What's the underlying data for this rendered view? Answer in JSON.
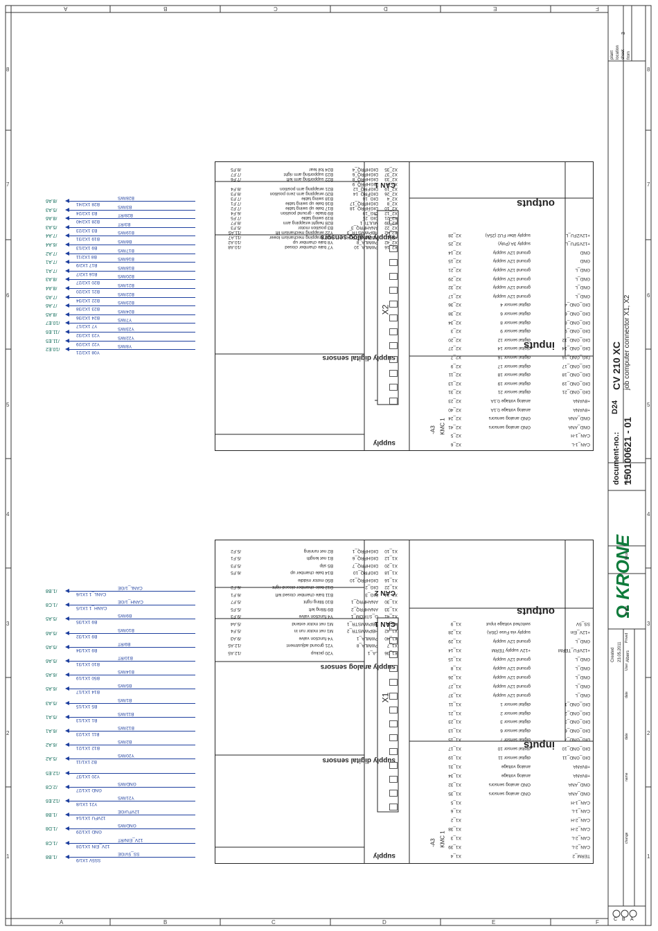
{
  "columns_top": [
    "F",
    "E",
    "D",
    "C",
    "B",
    "A"
  ],
  "columns_bottom": [
    "F",
    "E",
    "D",
    "C",
    "B",
    "A"
  ],
  "rows_right": [
    "8",
    "7",
    "6",
    "5",
    "4",
    "3",
    "2",
    "1"
  ],
  "title_block": {
    "document_label": "document-no.:",
    "document_no": "150100621 - 01",
    "model_code": "D24",
    "model": "CV 210 XC",
    "description": "job computer connector X1, X2",
    "brand": "KRONE",
    "created_label": "Created",
    "created_date": "23.05.2011",
    "created_by": "Albers",
    "plant_labels": [
      "plant",
      "location",
      "sheet",
      "from"
    ],
    "sheet_no": "3",
    "revision_marks": [
      "C",
      "B",
      "A"
    ],
    "col_labels": [
      "date",
      "User",
      "Prived",
      "date",
      "name",
      "change",
      "Origin",
      "Rept. f.",
      "Rept. by"
    ]
  },
  "x2": {
    "connector": "X2",
    "module": "-A3",
    "module_type": "KMC 1",
    "sections": {
      "supply": "supply",
      "can1": "CAN 1",
      "supply_analog": "supply analog sensors",
      "supply_digital": "supply digital sensors",
      "inputs": "inputs",
      "outputs": "outputs"
    },
    "left_rows": [
      {
        "pin": "X2_6",
        "signal": "CAN_1-L",
        "desc": ""
      },
      {
        "pin": "X2_5",
        "signal": "CAN_1-H",
        "desc": ""
      },
      {
        "pin": "X2_41",
        "signal": "GND_ANA",
        "desc": "GND analog sensors"
      },
      {
        "pin": "X2_24",
        "signal": "GND_ANA",
        "desc": "GND analog sensors"
      },
      {
        "pin": "X2_40",
        "signal": "+8VANA",
        "desc": "analog voltage 0,1A"
      },
      {
        "pin": "X2_23",
        "signal": "+8VANA",
        "desc": "analog voltage 0,1A"
      },
      {
        "pin": "X2_31",
        "signal": "DIG_GND_21",
        "desc": "digital sensor 21"
      },
      {
        "pin": "X2_13",
        "signal": "DIG_GND_19",
        "desc": "digital sensor 19"
      },
      {
        "pin": "X2_11",
        "signal": "DIG_GND_18",
        "desc": "digital sensor 18"
      },
      {
        "pin": "X2_9",
        "signal": "DIG_GND_17",
        "desc": "digital sensor 17"
      },
      {
        "pin": "X2_7",
        "signal": "DIG_GND_16",
        "desc": "digital sensor 16"
      },
      {
        "pin": "X2_27",
        "signal": "DIG_GND_14",
        "desc": "digital sensor 14"
      },
      {
        "pin": "X2_20",
        "signal": "DIG_GND_12",
        "desc": "digital sensor 12"
      },
      {
        "pin": "X2_3",
        "signal": "DIG_GND_9",
        "desc": "digital sensor 9"
      },
      {
        "pin": "X2_34",
        "signal": "DIG_GND_8",
        "desc": "digital sensor 8"
      },
      {
        "pin": "X2_38",
        "signal": "DIG_GND_6",
        "desc": "digital sensor 6"
      },
      {
        "pin": "X2_36",
        "signal": "DIG_GND_4",
        "desc": "digital sensor 4"
      },
      {
        "pin": "X2_17",
        "signal": "GND_L",
        "desc": "ground 12V supply"
      },
      {
        "pin": "X2_32",
        "signal": "GND_L",
        "desc": "ground 12V supply"
      },
      {
        "pin": "X2_29",
        "signal": "GND_L",
        "desc": "ground 12V supply"
      },
      {
        "pin": "X2_21",
        "signal": "GND_L",
        "desc": "ground 12V supply"
      },
      {
        "pin": "X2_15",
        "signal": "GND",
        "desc": "ground 12V supply"
      },
      {
        "pin": "X2_14",
        "signal": "GND",
        "desc": "ground 12V supply"
      },
      {
        "pin": "X2_25",
        "signal": "+12VSFU_L",
        "desc": "supply 3A (Poly)"
      },
      {
        "pin": "X2_28",
        "signal": "+12VZFU_L",
        "desc": "supply über FU2 (25A)"
      }
    ],
    "right_rows": [
      {
        "pin": "X2_16",
        "signal": "PWMLA_10",
        "desc": "Y7 bale chamber closed",
        "ref": "/10.A8"
      },
      {
        "pin": "X2_42",
        "signal": "PWMLA_8",
        "desc": "Y8 bale chamber up",
        "ref": "/10.A2"
      },
      {
        "pin": "X2_1",
        "signal": "HBPWMSTR_4",
        "desc": "Y23 wrapping mechanism lower",
        "ref": "/11.A7"
      },
      {
        "pin": "X2_42",
        "signal": "HBPWMSTR_3",
        "desc": "Y22 wrapping mechanism lift",
        "ref": "/11.A5"
      },
      {
        "pin": "X2_22",
        "signal": "ANAHFRQ_3",
        "desc": "B3 position motor",
        "ref": "/5.F3"
      },
      {
        "pin": "X2_39",
        "signal": "MULTI_1",
        "desc": "B28 height wrapping arm",
        "ref": "/8.F7"
      },
      {
        "pin": "X2_21",
        "signal": "DIG_21",
        "desc": "B19 swing table",
        "ref": "/7.F5"
      },
      {
        "pin": "X2_12",
        "signal": "DIG_19",
        "desc": "B9 blade - ground position",
        "ref": "/6.F4"
      },
      {
        "pin": "X2_10",
        "signal": "DIGHFRQ_18",
        "desc": "B17 bale up swing table",
        "ref": "/7.F2"
      },
      {
        "pin": "X2_8",
        "signal": "DIGHFRQ_17",
        "desc": "B16 bale up swing table",
        "ref": "/7.F1"
      },
      {
        "pin": "X2_4",
        "signal": "DIG_16",
        "desc": "B18 swing table",
        "ref": "/7.F3"
      },
      {
        "pin": "X2_26",
        "signal": "DIGFRQ_14",
        "desc": "B20 wrapping arm zero position",
        "ref": "/8.F3"
      },
      {
        "pin": "X2_19",
        "signal": "DIGFRQ_12",
        "desc": "B21 wrapping arm position",
        "ref": "/8.F4"
      },
      {
        "pin": "X2_2",
        "signal": "DIGHFRQ_9",
        "desc": "",
        "ref": ""
      },
      {
        "pin": "X2_33",
        "signal": "DIGHFRQ_8",
        "desc": "B22 supporting arm left",
        "ref": "/7.F6"
      },
      {
        "pin": "X2_37",
        "signal": "DIGHFRQ_6",
        "desc": "B23 supporting arm right",
        "ref": "/7.F7"
      },
      {
        "pin": "X2_35",
        "signal": "DIGHFRQ_4",
        "desc": "B24 foil tear",
        "ref": "/8.F5"
      }
    ],
    "wires": [
      {
        "label": "B28 1X2/41",
        "note": "B28/WS",
        "ref": "/8.A6"
      },
      {
        "label": "B3 1X2/24",
        "note": "B3/WS",
        "ref": "/5.A3"
      },
      {
        "label": "B28 1X2/40",
        "note": "B28/RT",
        "ref": "/8.A6"
      },
      {
        "label": "B3 1X2/23",
        "note": "B3/RT",
        "ref": "/5.A3"
      },
      {
        "label": "B19 1X2/31",
        "note": "B19/WS",
        "ref": "/7.A4"
      },
      {
        "label": "B9 1X2/13",
        "note": "B8/WS",
        "ref": "/6.A4"
      },
      {
        "label": "B8 1X2/11",
        "note": "B17/WS",
        "ref": "/7.A2"
      },
      {
        "label": "B17 1X2/9",
        "note": "B16/WS",
        "ref": "/7.A1"
      },
      {
        "label": "B16 1X2/7",
        "note": "B18/WS",
        "ref": "/7.A1"
      },
      {
        "label": "B20 1X2/27",
        "note": "B20/WS",
        "ref": "/8.A3"
      },
      {
        "label": "B21 1X2/20",
        "note": "B21/WS",
        "ref": "/8.A4"
      },
      {
        "label": "B22 1X2/34",
        "note": "B22/WS",
        "ref": "/7.A5"
      },
      {
        "label": "B23 1X2/38",
        "note": "B23/WS",
        "ref": "/7.A6"
      },
      {
        "label": "B24 1X2/36",
        "note": "B24/WS",
        "ref": "/8.A5"
      },
      {
        "label": "Y7 1X2/17",
        "note": "Y7/WS",
        "ref": "/10.E7"
      },
      {
        "label": "Y23 1X2/32",
        "note": "Y23/WS",
        "ref": "/11.E6"
      },
      {
        "label": "Y22 1X2/29",
        "note": "Y22/WS",
        "ref": "/11.E5"
      },
      {
        "label": "Y08 1X2/21",
        "note": "Y8/WS",
        "ref": "/10.E2"
      }
    ]
  },
  "x1": {
    "connector": "X1",
    "module": "-A3",
    "module_type": "KMC 1",
    "sections": {
      "supply": "supply",
      "can1": "CAN 1",
      "can2": "CAN 2",
      "supply_analog": "supply analog sensors",
      "supply_digital": "supply digital sensors",
      "inputs": "inputs",
      "outputs": "outputs"
    },
    "left_rows": [
      {
        "pin": "X1_4",
        "signal": "TERM_2",
        "desc": ""
      },
      {
        "pin": "X1_39",
        "signal": "CAN_2-L",
        "desc": ""
      },
      {
        "pin": "X1_3",
        "signal": "CAN_2-L",
        "desc": ""
      },
      {
        "pin": "X1_38",
        "signal": "CAN_2-H",
        "desc": ""
      },
      {
        "pin": "X1_2",
        "signal": "CAN_2-H",
        "desc": ""
      },
      {
        "pin": "X1_6",
        "signal": "CAN_1-L",
        "desc": ""
      },
      {
        "pin": "X1_5",
        "signal": "CAN_1-H",
        "desc": ""
      },
      {
        "pin": "X1_35",
        "signal": "GND_ANA",
        "desc": "GND analog sensors"
      },
      {
        "pin": "X1_32",
        "signal": "GND_ANA",
        "desc": "GND analog sensors"
      },
      {
        "pin": "X1_34",
        "signal": "+8VANA",
        "desc": "analog voltage"
      },
      {
        "pin": "X1_31",
        "signal": "+8VANA",
        "desc": "analog voltage"
      },
      {
        "pin": "X1_19",
        "signal": "DIG_GND_11",
        "desc": "digital sensor 11"
      },
      {
        "pin": "X1_17",
        "signal": "DIG_GND_10",
        "desc": "digital sensor 10"
      },
      {
        "pin": "X1_15",
        "signal": "DIG_GND_7",
        "desc": "digital sensor 7"
      },
      {
        "pin": "X1_13",
        "signal": "DIG_GND_6",
        "desc": "digital sensor 6"
      },
      {
        "pin": "X1_23",
        "signal": "DIG_GND_3",
        "desc": "digital sensor 3"
      },
      {
        "pin": "X1_21",
        "signal": "DIG_GND_2",
        "desc": "digital sensor 2"
      },
      {
        "pin": "X1_11",
        "signal": "DIG_GND_1",
        "desc": "digital sensor 1"
      },
      {
        "pin": "X1_37",
        "signal": "GND_L",
        "desc": "ground 12V supply"
      },
      {
        "pin": "X1_27",
        "signal": "GND_L",
        "desc": "ground 12V supply"
      },
      {
        "pin": "X1_26",
        "signal": "GND_L",
        "desc": "ground 12V supply"
      },
      {
        "pin": "X1_8",
        "signal": "GND_L",
        "desc": "ground 12V supply"
      },
      {
        "pin": "X1_15",
        "signal": "GND_L",
        "desc": "ground 12V supply"
      },
      {
        "pin": "X1_14",
        "signal": "+12VFU_TERM",
        "desc": "+12V supply TERM"
      },
      {
        "pin": "X1_29",
        "signal": "GND_L",
        "desc": "ground 12V supply"
      },
      {
        "pin": "X1_28",
        "signal": "+12V_Ein",
        "desc": "supply via Fuse (30A)"
      },
      {
        "pin": "X1_9",
        "signal": "SS_5V",
        "desc": "switched voltage input"
      }
    ],
    "right_rows": [
      {
        "pin": "X1_36",
        "signal": "LA_1",
        "desc": "Y20 pickup",
        "ref": "/12.A5"
      },
      {
        "pin": "X1_7",
        "signal": "PWMLA_8",
        "desc": "Y21 ground adjustment",
        "ref": "/12.A5"
      },
      {
        "pin": "X1_40",
        "signal": "PWMLA_1",
        "desc": "Y4 function valve",
        "ref": "/9.A3"
      },
      {
        "pin": "X1_42",
        "signal": "HBPWMSTR_2",
        "desc": "M1 net motor run in",
        "ref": "/5.F4"
      },
      {
        "pin": "X1_1",
        "signal": "HBPWMSTR_1",
        "desc": "M1 net motor extend",
        "ref": "/5.A4"
      },
      {
        "pin": "X1_41",
        "signal": "G_STROM_1",
        "desc": "Y4 function valve",
        "ref": "/9.F3"
      },
      {
        "pin": "X1_33",
        "signal": "ANAHFRQ_2",
        "desc": "B9 filling left",
        "ref": "/5.F5"
      },
      {
        "pin": "X1_30",
        "signal": "ANAHFRQ_1",
        "desc": "B10 filling right",
        "ref": "/5.F7"
      },
      {
        "pin": "X1_24",
        "signal": "DIG_3",
        "desc": "B11 bale chamber closed left",
        "ref": "/6.F1"
      },
      {
        "pin": "X1_22",
        "signal": "DIG_2",
        "desc": "B12 bale chamber closed right",
        "ref": "/6.F2"
      },
      {
        "pin": "X1_16",
        "signal": "DIGHFRQ_10",
        "desc": "B50 motor middle",
        "ref": ""
      },
      {
        "pin": "X1_18",
        "signal": "DIGFRQ_10",
        "desc": "B14 bale chamber up",
        "ref": "/6.F5"
      },
      {
        "pin": "X1_20",
        "signal": "DIGHFRQ_7",
        "desc": "B5 slip",
        "ref": "/5.F3"
      },
      {
        "pin": "X1_12",
        "signal": "DIGHFRQ_6",
        "desc": "B1 net length",
        "ref": "/5.F1"
      },
      {
        "pin": "X1_10",
        "signal": "DIGHFRQ_1",
        "desc": "B2 net running",
        "ref": "/5.F2"
      }
    ],
    "wires": [
      {
        "label": "CANL_1 1X1/6",
        "note": "CANL_1/GE",
        "ref": "/1.B8"
      },
      {
        "label": "CANH_1 1X1/5",
        "note": "CANH_1/GE",
        "ref": "/1.C8"
      },
      {
        "label": "B9 1X1/35",
        "note": "B9/WS",
        "ref": "/5.A5"
      },
      {
        "label": "B9 1X1/32",
        "note": "B10/WS",
        "ref": "/5.A6"
      },
      {
        "label": "B9 1X1/34",
        "note": "B9/RT",
        "ref": "/5.A5"
      },
      {
        "label": "B10 1X1/31",
        "note": "B10/RT",
        "ref": "/5.A6"
      },
      {
        "label": "B50 1X1/19",
        "note": "B14/WS",
        "ref": "/6.A5"
      },
      {
        "label": "B14 1X1/17",
        "note": "B5/WS",
        "ref": "/6.A5"
      },
      {
        "label": "B5 1X1/15",
        "note": "B1/WS",
        "ref": "/5.A3"
      },
      {
        "label": "B1 1X1/13",
        "note": "B11/WS",
        "ref": "/5.A1"
      },
      {
        "label": "B11 1X1/23",
        "note": "B12/WS",
        "ref": "/6.A1"
      },
      {
        "label": "B12 1X1/21",
        "note": "B2/WS",
        "ref": "/6.A2"
      },
      {
        "label": "B2 1X1/11",
        "note": "Y20/WS",
        "ref": "/5.A2"
      },
      {
        "label": "Y20 1X1/37",
        "note": "",
        "ref": "/12.E5"
      },
      {
        "label": "GND 1X1/27",
        "note": "GND/WS",
        "ref": "/2.C8"
      },
      {
        "label": "Y21 1X1/8",
        "note": "Y21/WS",
        "ref": "/12.E6"
      },
      {
        "label": "12VFU 1X1/14",
        "note": "12VFU/GE",
        "ref": "/1.B8"
      },
      {
        "label": "GND 1X1/29",
        "note": "GND/WS",
        "ref": "/1.D8"
      },
      {
        "label": "12V_EIN 1X1/28",
        "note": "12V_EIN/RT",
        "ref": "/1.C8"
      },
      {
        "label": "SS5V 1X1/9",
        "note": "SS_5V/GE",
        "ref": "/1.B8"
      }
    ]
  }
}
